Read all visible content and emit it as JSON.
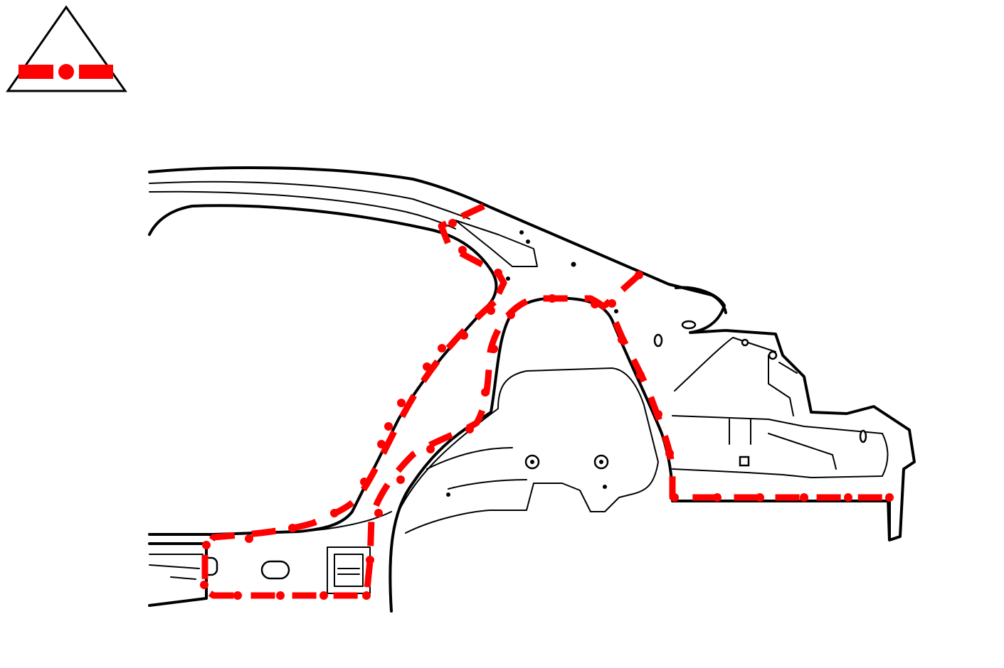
{
  "diagram": {
    "symbol": {
      "name": "sectioning-cut-symbol",
      "color": "#ff0000",
      "outline_color": "#000000"
    },
    "cut_line": {
      "name": "sectioning-cut-line",
      "color": "#ff0000",
      "pattern": "dash-dot"
    },
    "drawing": {
      "name": "rear-quarter-panel-line-drawing",
      "line_color": "#000000",
      "background": "#ffffff"
    }
  }
}
